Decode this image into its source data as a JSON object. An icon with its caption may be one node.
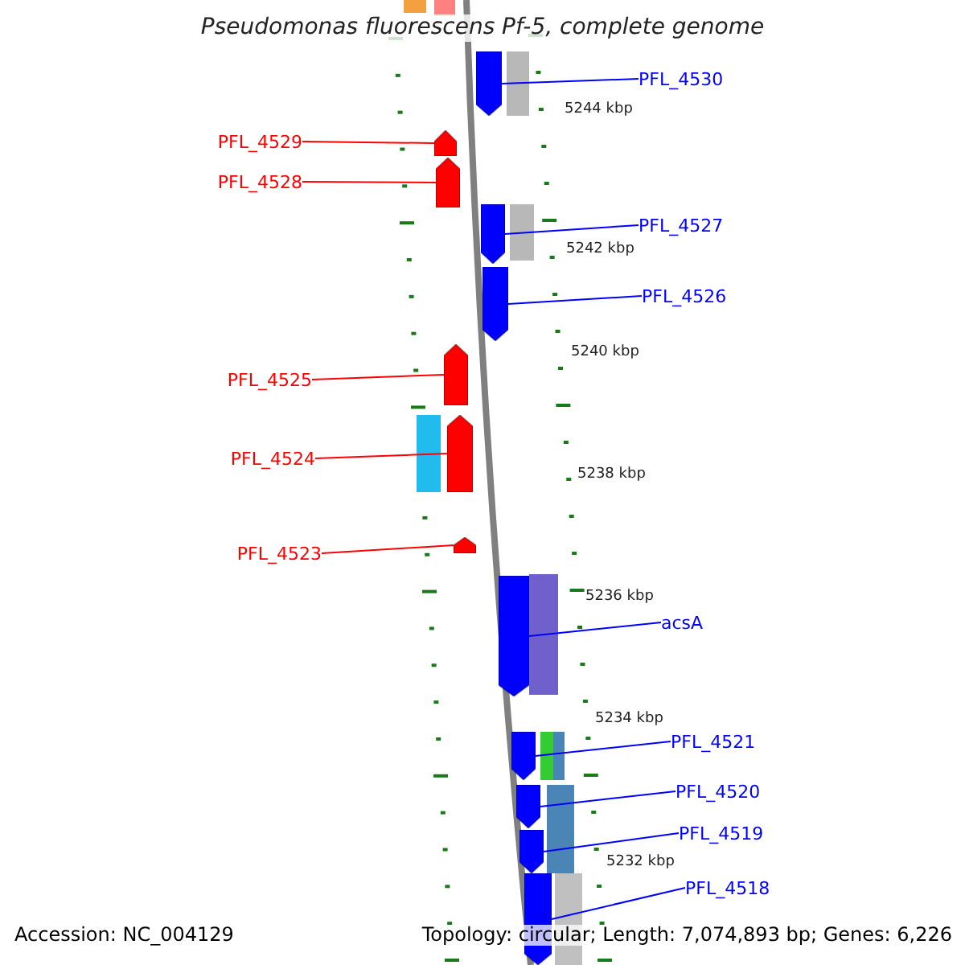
{
  "diagram": {
    "title": "Pseudomonas fluorescens Pf-5, complete genome",
    "nodes": [
      {
        "text": [
          "PFL_4530"
        ]
      },
      {
        "text": [
          "PFL_4529"
        ]
      },
      {
        "text": [
          "PFL_4528"
        ]
      },
      {
        "text": [
          "PFL_4527"
        ]
      },
      {
        "text": [
          "PFL_4526"
        ]
      },
      {
        "text": [
          "PFL_4525"
        ]
      },
      {
        "text": [
          "PFL_4524"
        ]
      },
      {
        "text": [
          "PFL_4523"
        ]
      },
      {
        "text": [
          "acsA"
        ]
      },
      {
        "text": [
          "PFL_4521"
        ]
      },
      {
        "text": [
          "PFL_4520"
        ]
      },
      {
        "text": [
          "PFL_4519"
        ]
      },
      {
        "text": [
          "PFL_4518"
        ]
      },
      {
        "text": [],
        "shape": "bar"
      },
      {
        "text": [],
        "shape": "bar"
      },
      {
        "text": [],
        "shape": "bar"
      },
      {
        "text": [],
        "shape": "bar"
      },
      {
        "text": [],
        "shape": "bar"
      },
      {
        "text": [],
        "shape": "bar"
      },
      {
        "text": [],
        "shape": "bar"
      },
      {
        "text": [],
        "shape": "bar"
      },
      {
        "text": [],
        "shape": "bar"
      },
      {
        "text": [],
        "shape": "bar"
      },
      {
        "text": [],
        "shape": "bar"
      },
      {
        "text": [],
        "shape": "bar"
      },
      {
        "text": [],
        "shape": "bar"
      }
    ],
    "edges": [
      {
        "from": 0,
        "to": 13,
        "arrow": "none"
      },
      {
        "from": 1,
        "to": 14,
        "arrow": "none",
        "color": "#ff0000"
      },
      {
        "from": 2,
        "to": 15,
        "arrow": "none",
        "color": "#ff0000"
      },
      {
        "from": 3,
        "to": 16,
        "arrow": "none"
      },
      {
        "from": 4,
        "to": 17,
        "arrow": "none"
      },
      {
        "from": 5,
        "to": 18,
        "arrow": "none",
        "color": "#ff0000"
      },
      {
        "from": 6,
        "to": 19,
        "arrow": "none",
        "color": "#ff0000"
      },
      {
        "from": 7,
        "to": 20,
        "arrow": "none",
        "color": "#ff0000"
      },
      {
        "from": 8,
        "to": 21,
        "arrow": "none"
      },
      {
        "from": 9,
        "to": 22,
        "arrow": "none"
      },
      {
        "from": 10,
        "to": 23,
        "arrow": "none"
      },
      {
        "from": 11,
        "to": 24,
        "arrow": "none"
      },
      {
        "from": 12,
        "to": 25,
        "arrow": "none"
      }
    ],
    "labels": [
      "5244 kbp",
      "5242 kbp",
      "5240 kbp",
      "5238 kbp",
      "5236 kbp",
      "5234 kbp",
      "5232 kbp",
      "Accession: NC_004129",
      "Topology: circular; Length: 7,074,893 bp; Genes: 6,226"
    ]
  }
}
